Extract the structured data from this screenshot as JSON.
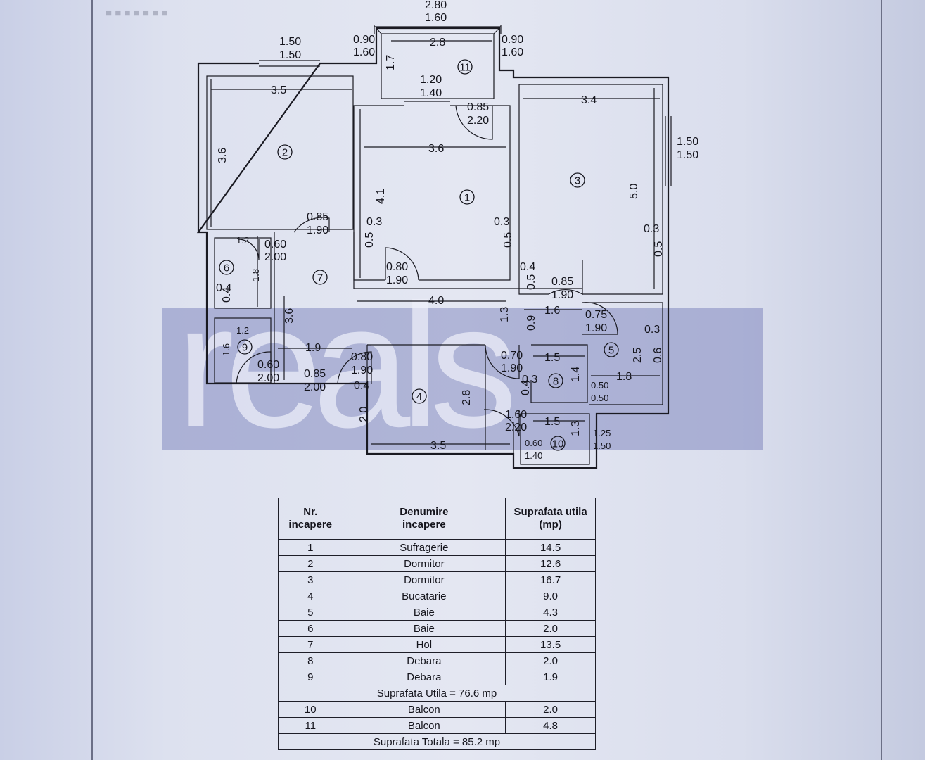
{
  "header": {
    "top_dims": [
      "2.80",
      "1.60"
    ]
  },
  "plan_labels": {
    "d_150_150_a": [
      "1.50",
      "1.50"
    ],
    "d_090_160_a": [
      "0.90",
      "1.60"
    ],
    "d_090_160_b": [
      "0.90",
      "1.60"
    ],
    "len_28": "2.8",
    "len_17": "1.7",
    "d_120_140": [
      "1.20",
      "1.40"
    ],
    "len_35_top": "3.5",
    "len_34": "3.4",
    "d_085_220": [
      "0.85",
      "2.20"
    ],
    "len_36_left": "3.6",
    "len_36_mid": "3.6",
    "d_150_150_b": [
      "1.50",
      "1.50"
    ],
    "len_41": "4.1",
    "len_50": "5.0",
    "d_085_190_a": [
      "0.85",
      "1.90"
    ],
    "len_03_a": "0.3",
    "len_05_a": "0.5",
    "len_03_b": "0.3",
    "len_05_b": "0.5",
    "len_03_c": "0.3",
    "len_05_c": "0.5",
    "len_12_a": "1.2",
    "d_060_200_a": [
      "0.60",
      "2.00"
    ],
    "len_18": "1.8",
    "d_080_190_a": [
      "0.80",
      "1.90"
    ],
    "len_04_a": "0.4",
    "len_05_d": "0.5",
    "d_085_190_b": [
      "0.85",
      "1.90"
    ],
    "len_04_b": "0.4",
    "len_04_c": "0.4",
    "len_36_hall": "3.6",
    "len_40": "4.0",
    "len_13_a": "1.3",
    "len_09": "0.9",
    "len_16": "1.6",
    "d_075_190": [
      "0.75",
      "1.90"
    ],
    "len_03_d": "0.3",
    "len_12_b": "1.2",
    "len_25": "2.5",
    "len_06": "0.6",
    "len_16_v": "1.6",
    "len_19": "1.9",
    "d_080_190_b": [
      "0.80",
      "1.90"
    ],
    "d_070_190": [
      "0.70",
      "1.90"
    ],
    "len_15_a": "1.5",
    "len_03_e": "0.3",
    "len_14": "1.4",
    "len_18_b": "1.8",
    "d_060_200_b": [
      "0.60",
      "2.00"
    ],
    "d_085_200": [
      "0.85",
      "2.00"
    ],
    "len_04_d": "0.4",
    "len_04_e": "0.4",
    "d_050_050": [
      "0.50",
      "0.50"
    ],
    "len_20": "2.0",
    "len_28_b": "2.8",
    "d_160_220": [
      "1.60",
      "2.20"
    ],
    "len_15_b": "1.5",
    "len_13_b": "1.3",
    "d_125_150": [
      "1.25",
      "1.50"
    ],
    "len_35_b": "3.5",
    "d_060_140": [
      "0.60",
      "1.40"
    ]
  },
  "room_numbers": [
    "1",
    "2",
    "3",
    "4",
    "5",
    "6",
    "7",
    "8",
    "9",
    "10",
    "11"
  ],
  "watermark": "reals",
  "table": {
    "headers": [
      "Nr.\nincapere",
      "Denumire\nincapere",
      "Suprafata utila\n(mp)"
    ],
    "rows": [
      {
        "nr": "1",
        "name": "Sufragerie",
        "area": "14.5"
      },
      {
        "nr": "2",
        "name": "Dormitor",
        "area": "12.6"
      },
      {
        "nr": "3",
        "name": "Dormitor",
        "area": "16.7"
      },
      {
        "nr": "4",
        "name": "Bucatarie",
        "area": "9.0"
      },
      {
        "nr": "5",
        "name": "Baie",
        "area": "4.3"
      },
      {
        "nr": "6",
        "name": "Baie",
        "area": "2.0"
      },
      {
        "nr": "7",
        "name": "Hol",
        "area": "13.5"
      },
      {
        "nr": "8",
        "name": "Debara",
        "area": "2.0"
      },
      {
        "nr": "9",
        "name": "Debara",
        "area": "1.9"
      }
    ],
    "subtotal": "Suprafata Utila = 76.6 mp",
    "balcony_rows": [
      {
        "nr": "10",
        "name": "Balcon",
        "area": "2.0"
      },
      {
        "nr": "11",
        "name": "Balcon",
        "area": "4.8"
      }
    ],
    "total": "Suprafata Totala = 85.2 mp"
  }
}
